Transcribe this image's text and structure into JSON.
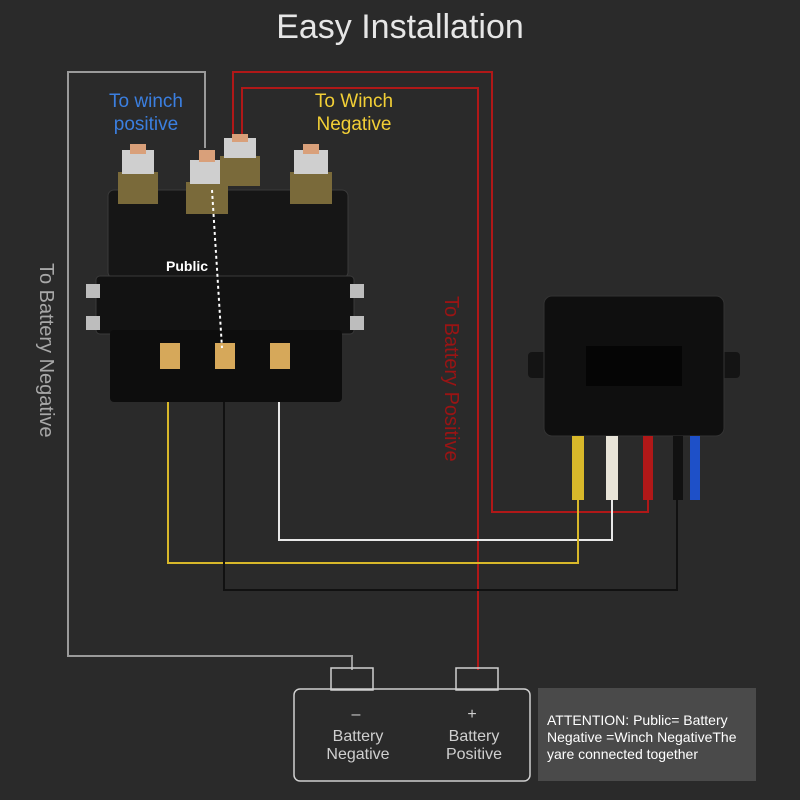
{
  "title": "Easy Installation",
  "labels": {
    "winch_positive": "To winch positive",
    "winch_negative": "To Winch Negative",
    "public": "Public",
    "battery_negative_route": "To Battery Negative",
    "battery_positive_route": "To Battery Positive"
  },
  "battery": {
    "neg_symbol": "–",
    "neg_label": "Battery Negative",
    "pos_symbol": "+",
    "pos_label": "Battery Positive"
  },
  "attention": "ATTENTION: Public= Battery Negative =Winch NegativeThe yare connected together",
  "colors": {
    "background": "#2a2a2a",
    "gray_wire": "#9a9a9a",
    "red_wire": "#b01818",
    "yellow_wire": "#d8b82a",
    "white_wire": "#e8e8e8",
    "black_wire": "#111111",
    "blue_wire": "#1e50c8",
    "winch_positive_text": "#3b7fe0",
    "winch_negative_text": "#f2cf36",
    "battery_positive_text": "#9a1414",
    "battery_negative_text": "#a8a8a8"
  }
}
